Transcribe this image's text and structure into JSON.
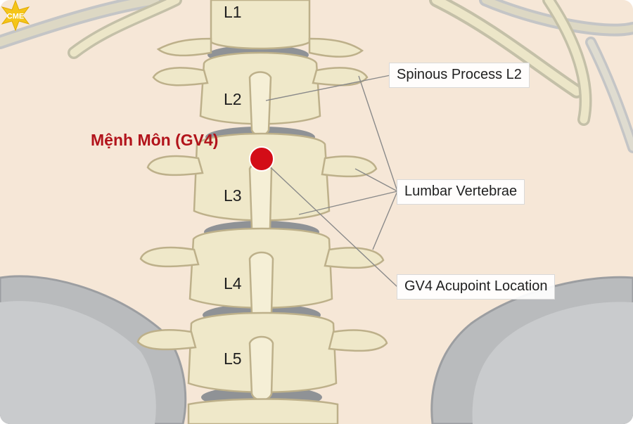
{
  "vertebra_labels": {
    "l1": "L1",
    "l2": "L2",
    "l3": "L3",
    "l4": "L4",
    "l5": "L5"
  },
  "acupoint": {
    "label": "Mệnh Môn (GV4)",
    "color": "#d30d17"
  },
  "callouts": {
    "spinous_process": "Spinous Process L2",
    "lumbar_vertebrae": "Lumbar Vertebrae",
    "gv4_location": "GV4 Acupoint Location"
  },
  "logo": {
    "text": "CME",
    "color": "#f5c518"
  },
  "colors": {
    "background": "#f6e7d7",
    "bone": "#efe8c9",
    "bone_outline": "#bdb08a",
    "pelvis": "#b9bbbd",
    "disc": "#8f9296"
  }
}
